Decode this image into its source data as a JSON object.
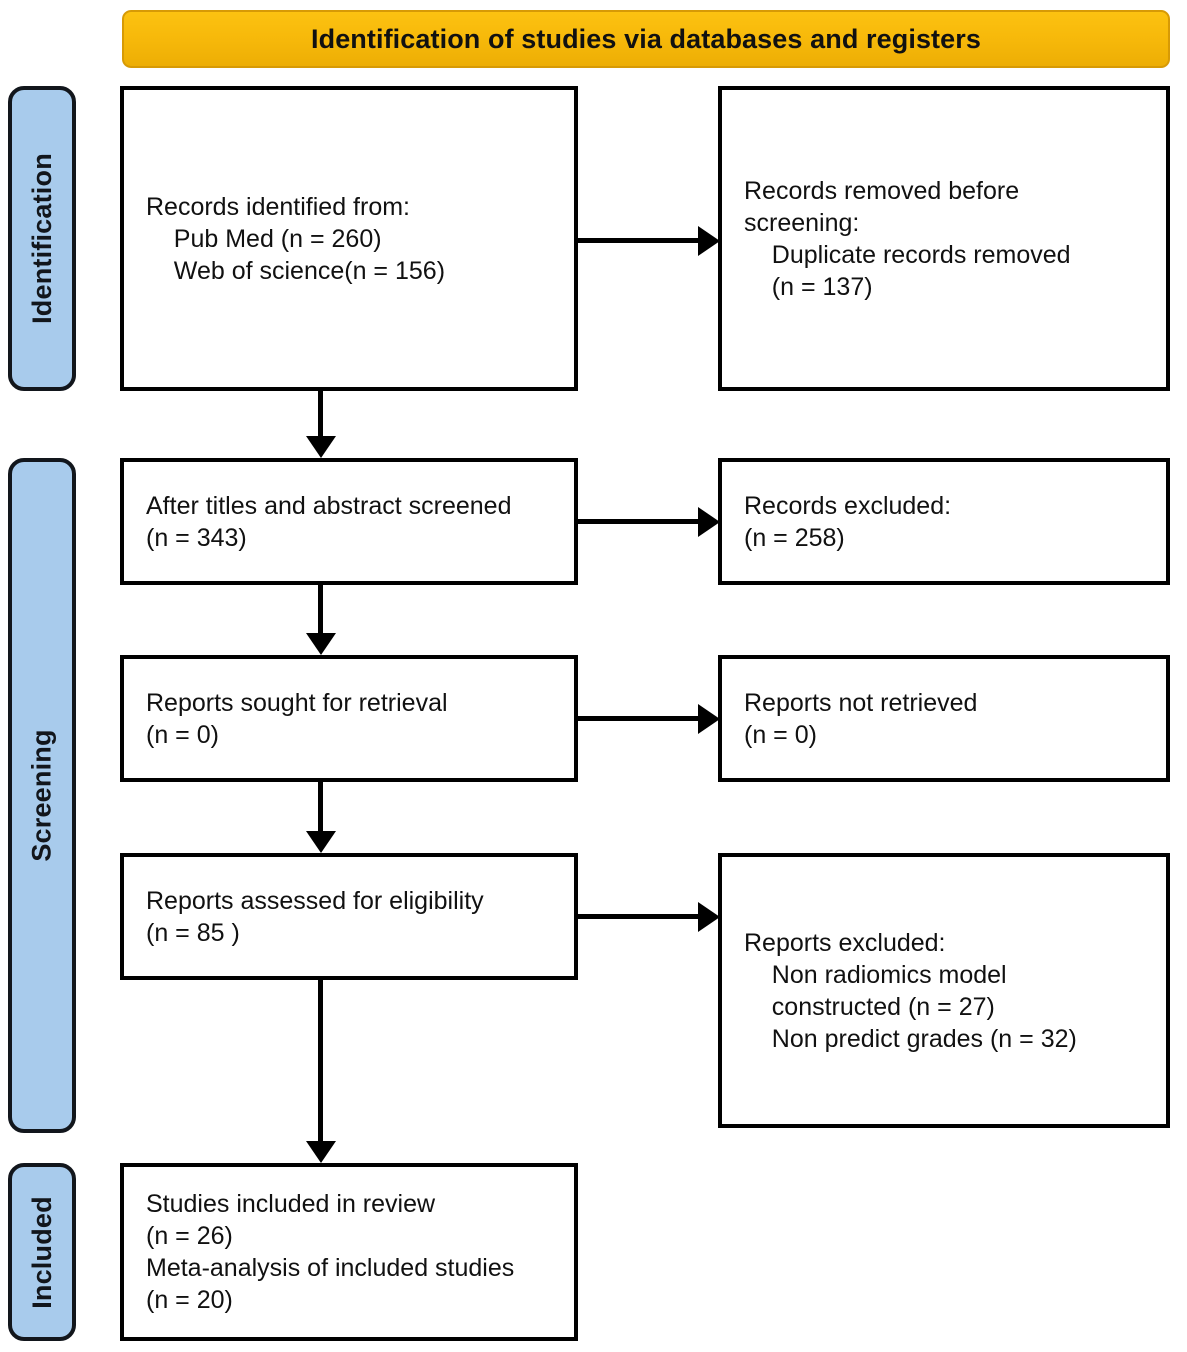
{
  "banner": {
    "title": "Identification of studies via databases and registers",
    "color": "#f7b90a"
  },
  "stages": [
    {
      "id": "identification",
      "label": "Identification",
      "color": "#a8cbec"
    },
    {
      "id": "screening",
      "label": "Screening",
      "color": "#a8cbec"
    },
    {
      "id": "included",
      "label": "Included",
      "color": "#a8cbec"
    }
  ],
  "nodes": {
    "identified": {
      "text": "Records identified from:\n    Pub Med (n = 260)\n    Web of science(n = 156)"
    },
    "duplicates": {
      "text": "Records removed before\nscreening:\n    Duplicate records removed\n    (n = 137)"
    },
    "screened": {
      "text": "After titles and abstract screened\n(n = 343)"
    },
    "excluded_records": {
      "text": "Records excluded:\n(n = 258)"
    },
    "sought": {
      "text": "Reports sought for retrieval\n(n = 0)"
    },
    "not_retrieved": {
      "text": "Reports not retrieved\n(n = 0)"
    },
    "assessed": {
      "text": "Reports assessed for eligibility\n(n = 85 )"
    },
    "excluded_reports": {
      "text": "Reports excluded:\n    Non radiomics model\n    constructed (n = 27)\n    Non predict grades (n = 32)"
    },
    "included": {
      "text": "Studies included in review\n(n = 26)\nMeta-analysis of included studies\n(n = 20)"
    }
  },
  "counts": {
    "pubmed": 260,
    "web_of_science": 156,
    "duplicate_records_removed": 137,
    "after_titles_abstract_screened": 343,
    "records_excluded": 258,
    "reports_sought_for_retrieval": 0,
    "reports_not_retrieved": 0,
    "reports_assessed_for_eligibility": 85,
    "non_radiomics_model_constructed": 27,
    "non_predict_grades": 32,
    "studies_included_in_review": 26,
    "meta_analysis_of_included_studies": 20
  }
}
